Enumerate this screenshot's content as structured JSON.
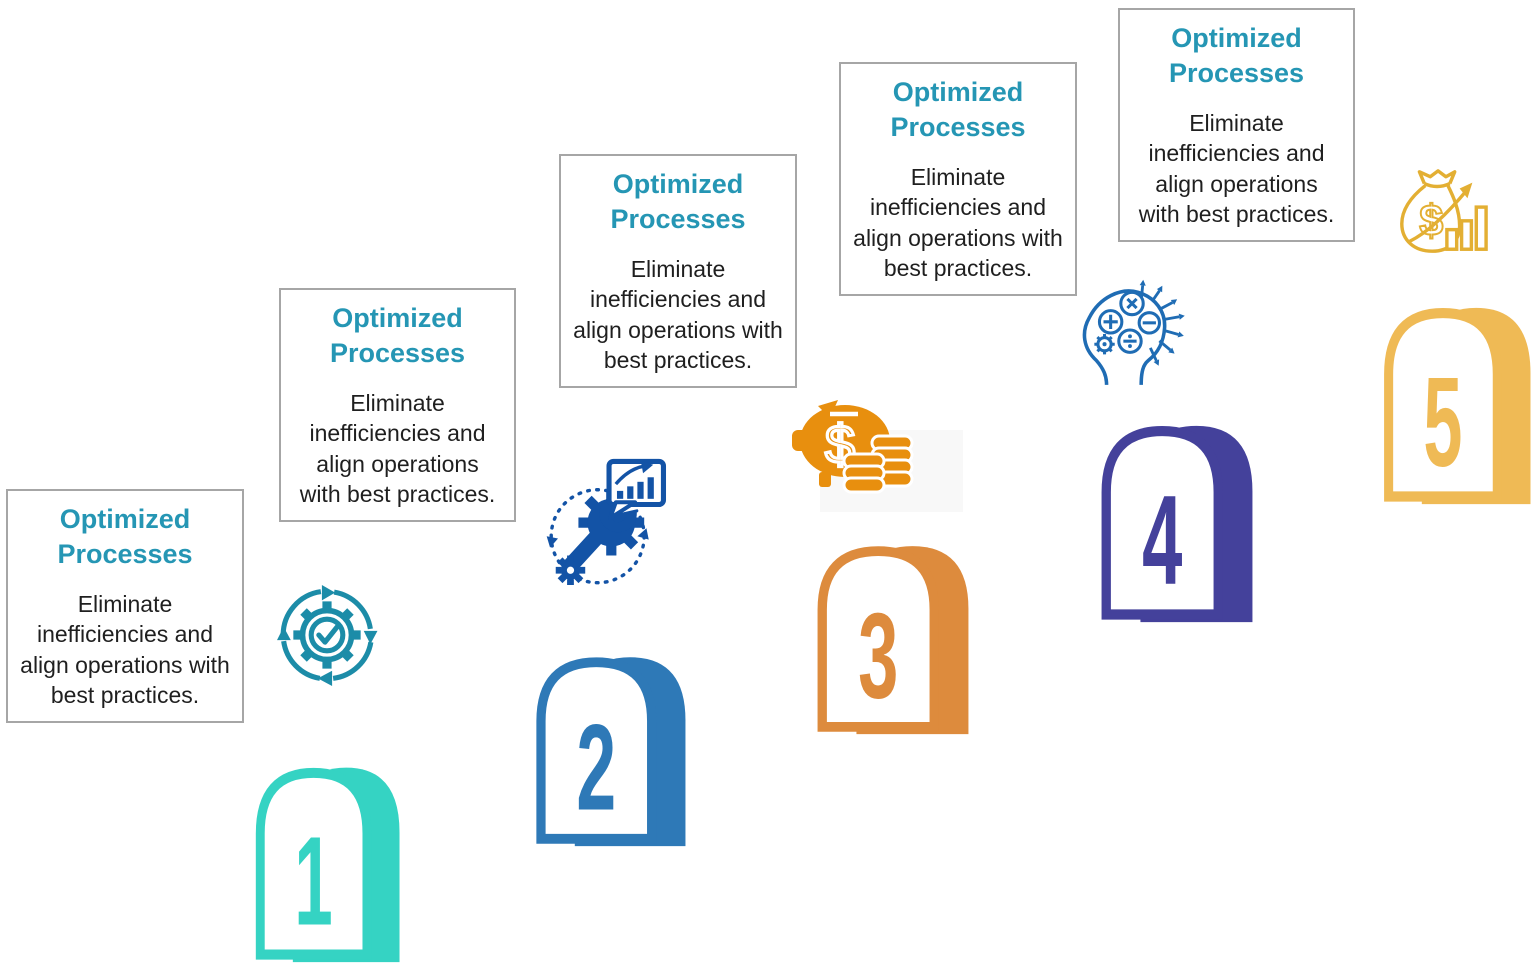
{
  "palette": {
    "background": "#ffffff",
    "note_border": "#a6a6a6",
    "note_title_color": "#2596b4",
    "note_body_color": "#1f1f1f"
  },
  "steps": [
    {
      "number": "1",
      "title": "Optimized Processes",
      "body": "Eliminate inefficiencies and align operations with best practices.",
      "color": "#35d3c3",
      "icon": "gear-check-sync-icon",
      "icon_color": "#1c8ca8"
    },
    {
      "number": "2",
      "title": "Optimized Processes",
      "body": "Eliminate inefficiencies and align operations with best practices.",
      "color": "#2e79b7",
      "icon": "wrench-gear-analytics-icon",
      "icon_color": "#1353a6"
    },
    {
      "number": "3",
      "title": "Optimized Processes",
      "body": "Eliminate inefficiencies and align operations with best practices.",
      "color": "#dd8b3d",
      "icon": "piggy-bank-coins-icon",
      "icon_color": "#e88f0e"
    },
    {
      "number": "4",
      "title": "Optimized Processes",
      "body": "Eliminate inefficiencies and align operations with best practices.",
      "color": "#44419b",
      "icon": "head-calculations-icon",
      "icon_color": "#1f6cb4"
    },
    {
      "number": "5",
      "title": "Optimized Processes",
      "body": "Eliminate inefficiencies and align operations with best practices.",
      "color": "#efba55",
      "icon": "money-bag-growth-icon",
      "icon_color": "#e3af33"
    }
  ]
}
